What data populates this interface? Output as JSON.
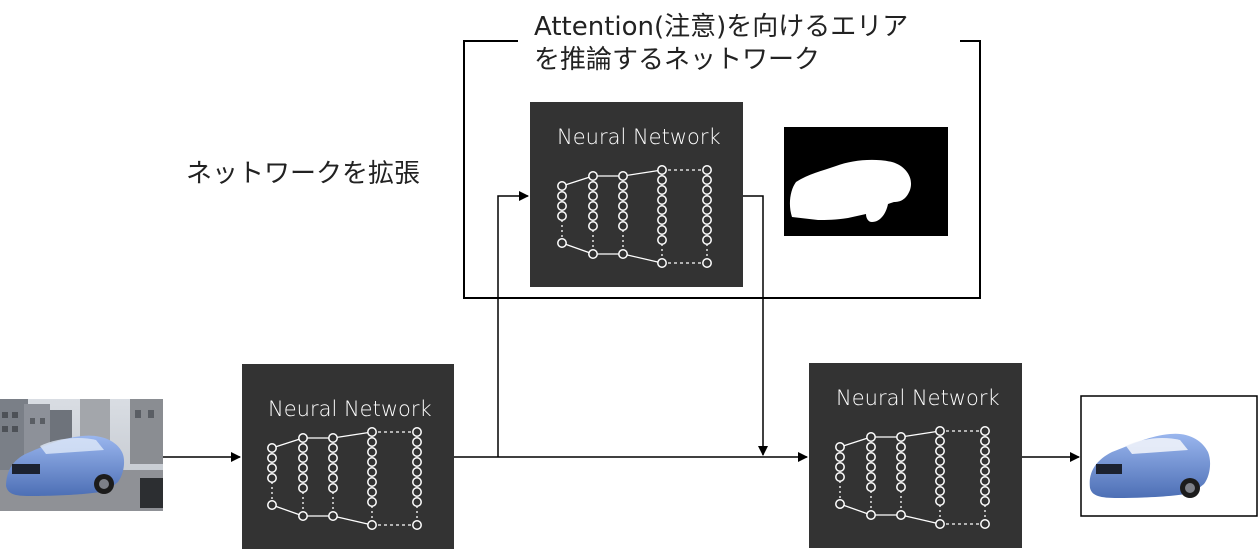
{
  "labels": {
    "attention_line1": "Attention(注意)を向けるエリア",
    "attention_line2": "を推論するネットワーク",
    "expand": "ネットワークを拡張"
  },
  "networks": [
    {
      "id": "attention",
      "title": "Neural Network"
    },
    {
      "id": "input",
      "title": "Neural Network"
    },
    {
      "id": "output",
      "title": "Neural Network"
    }
  ],
  "images": {
    "input_photo": "car-street-photo",
    "mask": "car-silhouette-mask",
    "output_photo": "car-cutout-photo"
  },
  "colors": {
    "network_box": "#333333",
    "arrow": "#000000",
    "mask_bg": "#000000",
    "mask_fg": "#ffffff",
    "car_blue": "#6b8fd6"
  }
}
